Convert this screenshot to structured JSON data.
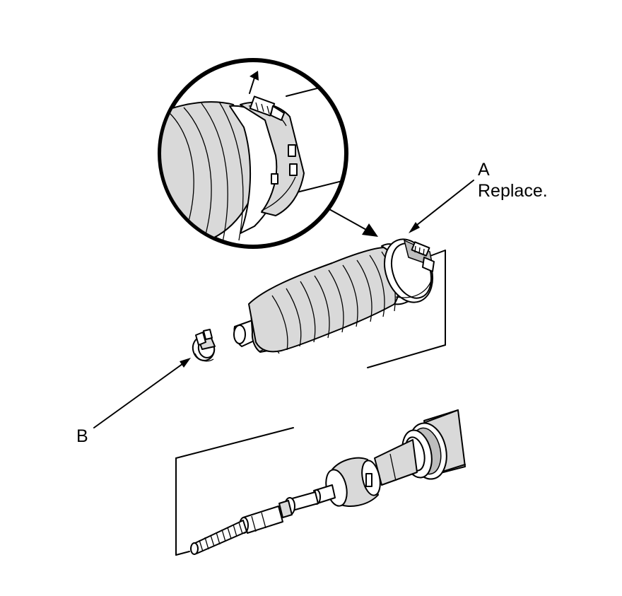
{
  "labels": {
    "a": {
      "letter": "A",
      "note": "Replace."
    },
    "b": {
      "letter": "B"
    }
  }
}
